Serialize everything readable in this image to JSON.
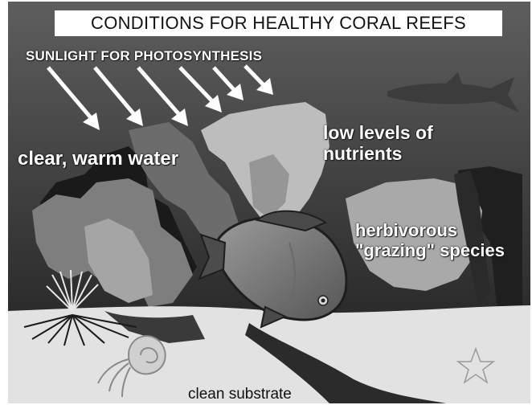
{
  "title": "CONDITIONS FOR HEALTHY CORAL REEFS",
  "labels": {
    "sunlight": "SUNLIGHT FOR PHOTOSYNTHESIS",
    "water": "clear, warm water",
    "nutrients": "low levels of nutrients",
    "grazing": "herbivorous \"grazing\" species",
    "substrate": "clean substrate"
  },
  "colors": {
    "water_top": "#5a5a5a",
    "water_bottom": "#222222",
    "coral_light": "#b8b8b8",
    "coral_mid": "#8a8a8a",
    "sand": "#e4e4e4",
    "text": "#ffffff"
  },
  "icons": [
    "sun-ray-arrow-icon",
    "fish-icon",
    "shark-icon",
    "sea-urchin-icon",
    "shell-icon",
    "starfish-icon"
  ]
}
